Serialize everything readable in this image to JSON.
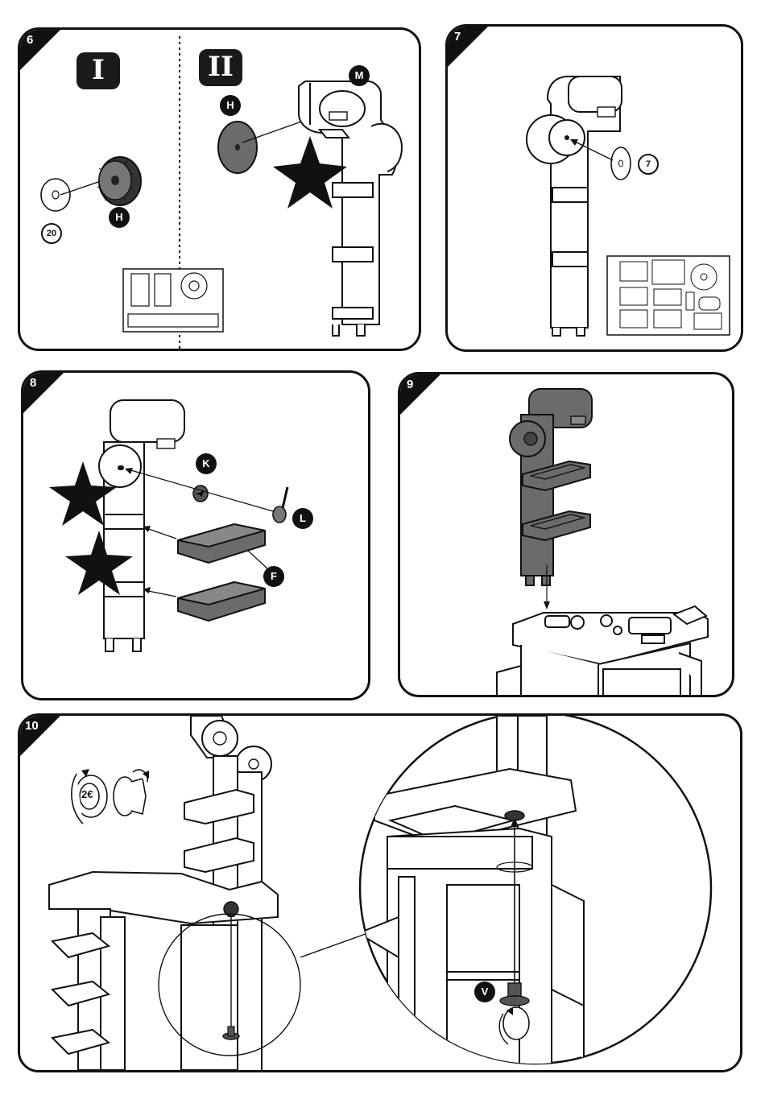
{
  "steps": [
    {
      "number": "6"
    },
    {
      "number": "7"
    },
    {
      "number": "8"
    },
    {
      "number": "9"
    },
    {
      "number": "10"
    }
  ],
  "step6": {
    "stage_left": "I",
    "stage_right": "II",
    "label_h_left": "H",
    "qty_left": "20",
    "label_h_right": "H",
    "label_m": "M"
  },
  "step7": {
    "qty": "7"
  },
  "step8": {
    "label_k": "K",
    "label_l": "L",
    "label_f": "F"
  },
  "step10": {
    "label_v": "V",
    "coin_label": "2€"
  },
  "colors": {
    "ink": "#111111",
    "part_fill": "#6b6b6b",
    "part_dark": "#555555",
    "paper": "#ffffff"
  }
}
